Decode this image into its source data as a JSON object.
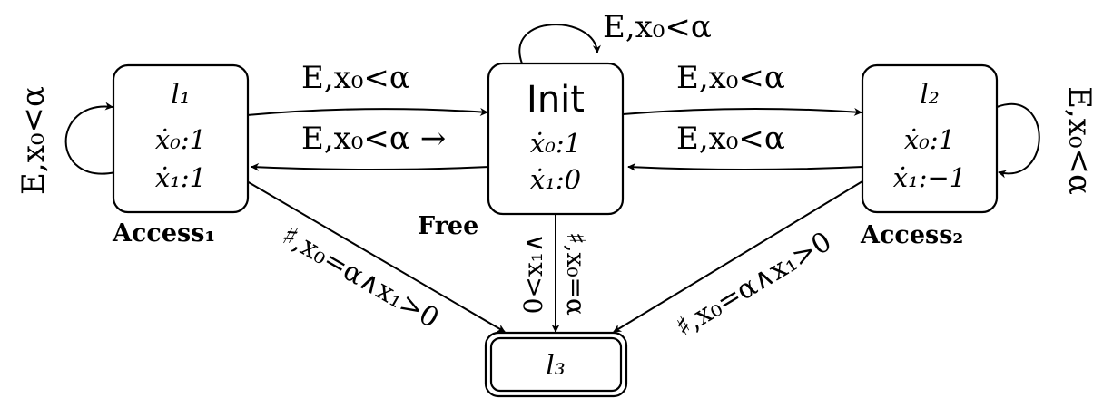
{
  "states": {
    "access1": {
      "name": "l₁",
      "flow_x0": "ẋ₀:1",
      "flow_x1": "ẋ₁:1",
      "label": "Access₁"
    },
    "init": {
      "name": "Init",
      "flow_x0": "ẋ₀:1",
      "flow_x1": "ẋ₁:0",
      "label": "Free"
    },
    "access2": {
      "name": "l₂",
      "flow_x0": "ẋ₀:1",
      "flow_x1": "ẋ₁:−1",
      "label": "Access₂"
    },
    "l3": {
      "name": "l₃"
    }
  },
  "edges": {
    "access1_self": "E,x₀<α",
    "init_self": "E,x₀<α",
    "access2_self": "E,x₀<α",
    "access1_to_init": "E,x₀<α",
    "init_to_access1": "E,x₀<α →",
    "init_to_access2": "E,x₀<α",
    "access2_to_init": "E,x₀<α",
    "access1_to_l3": "♯,x₀=α∧x₁>0",
    "access2_to_l3": "♯,x₀=α∧x₁>0",
    "init_to_l3_a": "0<x₁∧",
    "init_to_l3_b": "♯,x₀=α"
  }
}
